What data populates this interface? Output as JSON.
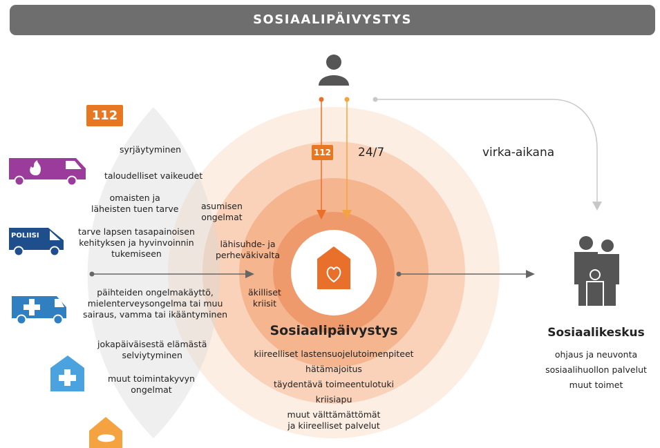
{
  "header": {
    "title": "SOSIAALIPÄIVYSTYS"
  },
  "badges": {
    "emergency_left": "112",
    "emergency_arrow": "112"
  },
  "vehicles": {
    "police_label": "POLIISI"
  },
  "arrow_labels": {
    "always": "24/7",
    "office_hours": "virka-aikana"
  },
  "problems": [
    "syrjäytyminen",
    "taloudelliset vaikeudet",
    "omaisten ja\nläheisten tuen tarve",
    "asumisen\nongelmat",
    "tarve lapsen tasapainoisen\nkehityksen ja hyvinvoinnin\ntukemiseen",
    "lähisuhde- ja\nperheväkivalta",
    "päihteiden ongelmakäyttö,\nmielenterveysongelma tai muu\nsairaus, vamma tai ikääntyminen",
    "äkilliset\nkriisit",
    "jokapäiväisestä elämästä\nselviytyminen",
    "muut toimintakyvyn\nongelmat"
  ],
  "center": {
    "title": "Sosiaalipäivystys",
    "services": [
      "kiireelliset lastensuojelutoimenpiteet",
      "hätämajoitus",
      "täydentävä toimeentulotuki",
      "kriisiapu",
      "muut välttämättömät\nja kiireelliset palvelut"
    ]
  },
  "office": {
    "title": "Sosiaalikeskus",
    "services": [
      "ohjaus ja neuvonta",
      "sosiaalihuollon palvelut",
      "muut toimet"
    ]
  },
  "icons": {
    "person": "person-icon",
    "fire_truck": "fire-truck-icon",
    "police_van": "police-van-icon",
    "ambulance": "ambulance-icon",
    "health_center": "health-center-icon",
    "social_care": "caring-hand-icon",
    "home_heart": "home-heart-icon",
    "family": "family-icon"
  },
  "colors": {
    "header_bg": "#6e6e6e",
    "orange": "#e87722",
    "light_orange": "#f4a340",
    "purple": "#9b3b9c",
    "police_blue": "#1f4e8c",
    "ambulance_blue": "#2f7fc1",
    "health_blue": "#4aa3df",
    "gray": "#6b6b6b"
  }
}
